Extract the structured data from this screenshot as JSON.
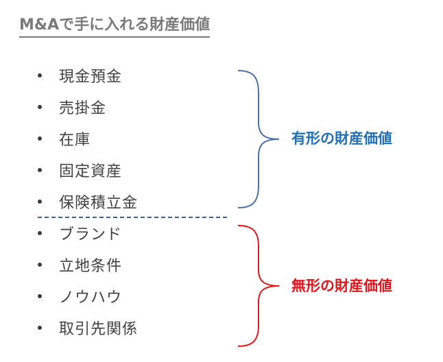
{
  "title": "M&Aで手に入れる財産価値",
  "tangible_items": [
    "現金預金",
    "売掛金",
    "在庫",
    "固定資産",
    "保険積立金"
  ],
  "intangible_items": [
    "ブランド",
    "立地条件",
    "ノウハウ",
    "取引先関係"
  ],
  "groups": {
    "tangible": {
      "label": "有形の財産価値",
      "color": "#1f6fb4",
      "brace_color": "#4a6ea8"
    },
    "intangible": {
      "label": "無形の財産価値",
      "color": "#e0161c",
      "brace_color": "#e0161c"
    }
  },
  "colors": {
    "title": "#7a7a7a",
    "text": "#404040",
    "divider": "#3f5f8f"
  }
}
